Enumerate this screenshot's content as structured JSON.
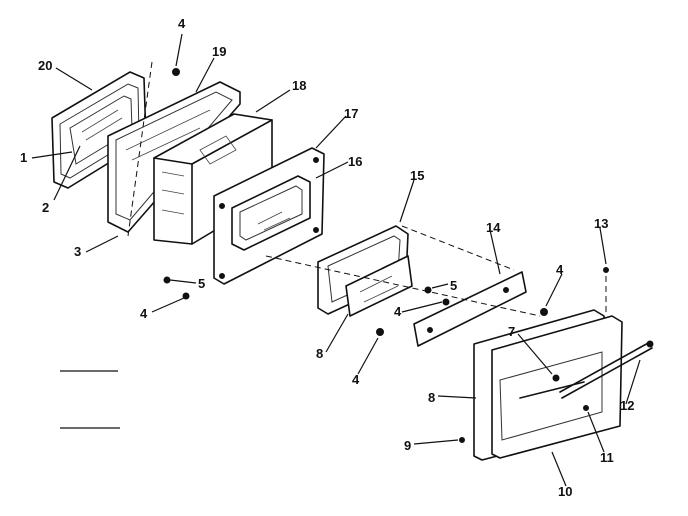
{
  "callouts": {
    "n1": "1",
    "n2": "2",
    "n3": "3",
    "n4a": "4",
    "n4b": "4",
    "n4c": "4",
    "n4d": "4",
    "n4e": "4",
    "n5a": "5",
    "n5b": "5",
    "n7": "7",
    "n8a": "8",
    "n8b": "8",
    "n9": "9",
    "n10": "10",
    "n11": "11",
    "n12": "12",
    "n13": "13",
    "n14": "14",
    "n15": "15",
    "n16": "16",
    "n17": "17",
    "n18": "18",
    "n19": "19",
    "n20": "20"
  }
}
